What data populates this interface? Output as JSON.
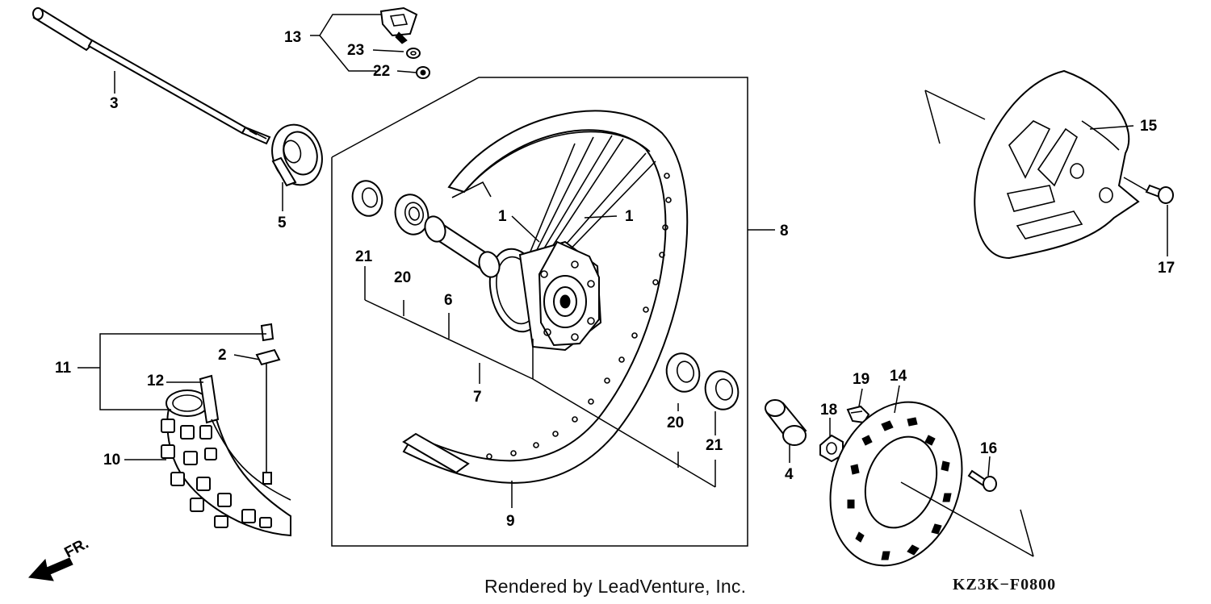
{
  "callouts": {
    "c1a": "1",
    "c1b": "1",
    "c2": "2",
    "c3": "3",
    "c4": "4",
    "c5": "5",
    "c6": "6",
    "c7": "7",
    "c8": "8",
    "c9": "9",
    "c10": "10",
    "c11": "11",
    "c12": "12",
    "c13": "13",
    "c14": "14",
    "c15": "15",
    "c16": "16",
    "c17": "17",
    "c18": "18",
    "c19": "19",
    "c20a": "20",
    "c20b": "20",
    "c21a": "21",
    "c21b": "21",
    "c22": "22",
    "c23": "23"
  },
  "direction_label": "FR.",
  "footer": {
    "credit": "Rendered by LeadVenture, Inc.",
    "code": "KZ3K−F0800"
  }
}
